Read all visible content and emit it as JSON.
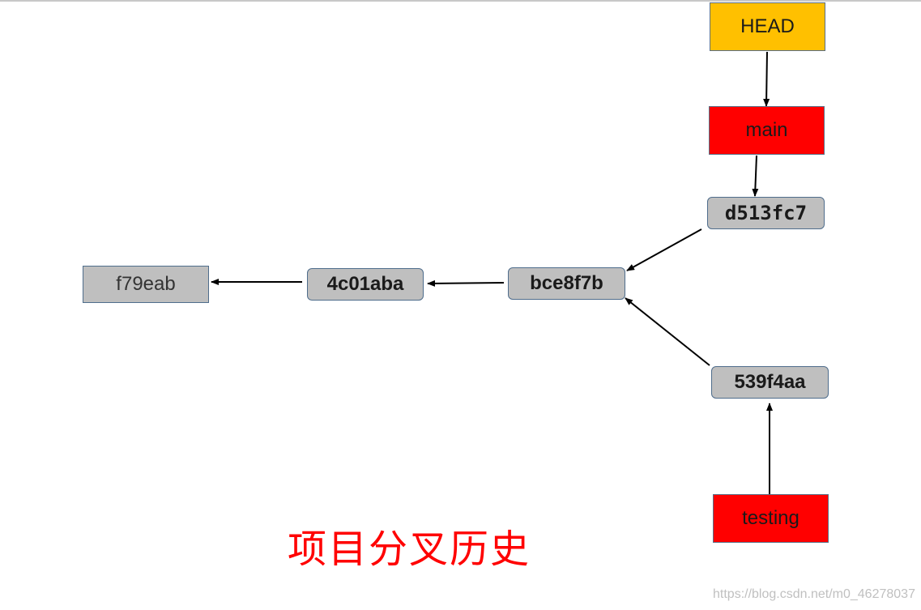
{
  "nodes": {
    "head": "HEAD",
    "main": "main",
    "testing": "testing",
    "commit_d513fc7": "d513fc7",
    "commit_bce8f7b": "bce8f7b",
    "commit_539f4aa": "539f4aa",
    "commit_4c01aba": "4c01aba",
    "commit_f79eab": "f79eab"
  },
  "caption": "项目分叉历史",
  "watermark": "https://blog.csdn.net/m0_46278037",
  "colors": {
    "head_fill": "#ffc000",
    "branch_fill": "#ff0000",
    "commit_fill": "#bfbfbf",
    "caption_color": "#ff0000"
  }
}
